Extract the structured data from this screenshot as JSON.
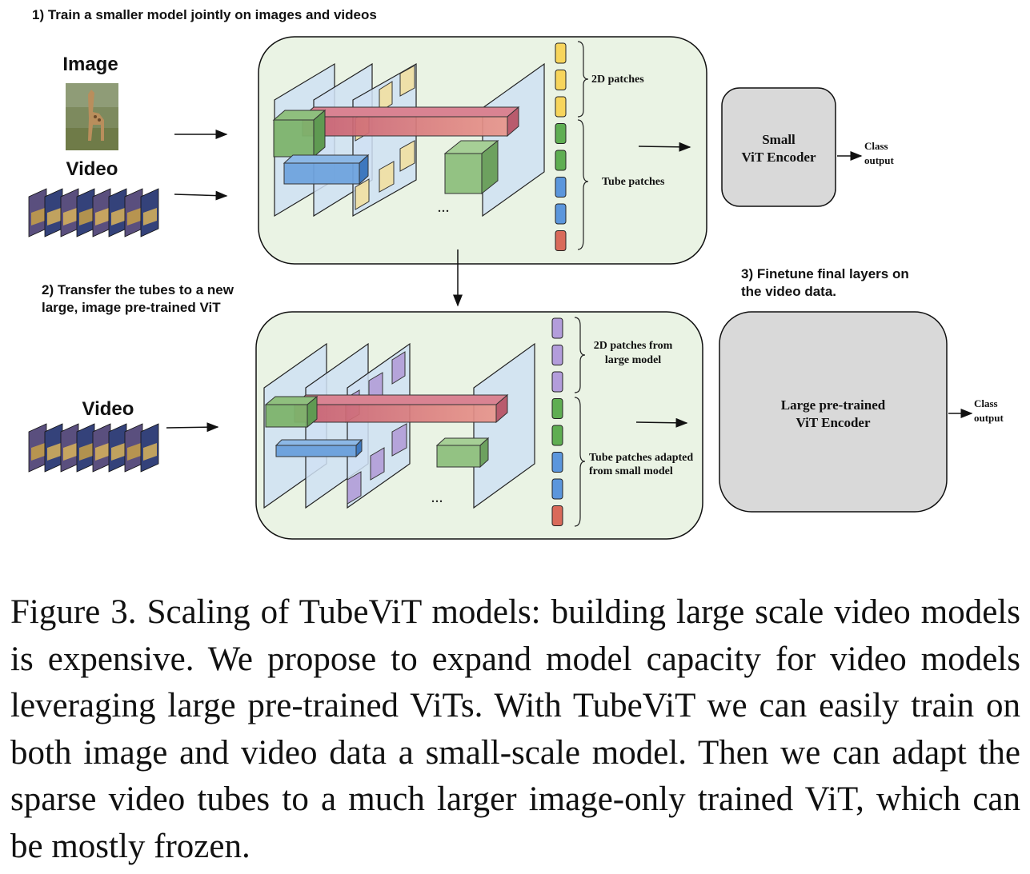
{
  "steps": {
    "step1": "1) Train a smaller model jointly on images and videos",
    "step2_line1": "2) Transfer the tubes to a new",
    "step2_line2": "large, image pre-trained ViT",
    "step3_line1": "3) Finetune final layers on",
    "step3_line2": "the video data."
  },
  "inputs": {
    "image_label": "Image",
    "video_label": "Video",
    "video_label_bottom": "Video"
  },
  "top_panel": {
    "patches_2d_label": "2D patches",
    "tube_patches_label": "Tube patches",
    "ellipsis": "..."
  },
  "bottom_panel": {
    "patches_2d_line1": "2D patches from",
    "patches_2d_line2": "large model",
    "tube_line1": "Tube patches adapted",
    "tube_line2": "from small model",
    "ellipsis": "..."
  },
  "small_encoder": {
    "line1": "Small",
    "line2": "ViT Encoder"
  },
  "large_encoder": {
    "line1": "Large pre-trained",
    "line2": "ViT Encoder"
  },
  "class_output": {
    "line1": "Class",
    "line2": "output"
  },
  "token_colors": {
    "yellow": "#f7d55c",
    "green": "#5fae52",
    "blue": "#5b96dc",
    "red": "#d96a5a",
    "purple": "#b39ddb"
  },
  "caption": "Figure 3. Scaling of TubeViT models: building large scale video models is expensive. We propose to expand model capacity for video models leveraging large pre-trained ViTs. With TubeViT we can easily train on both image and video data a small-scale model. Then we can adapt the sparse video tubes to a much larger image-only trained ViT, which can be mostly frozen."
}
